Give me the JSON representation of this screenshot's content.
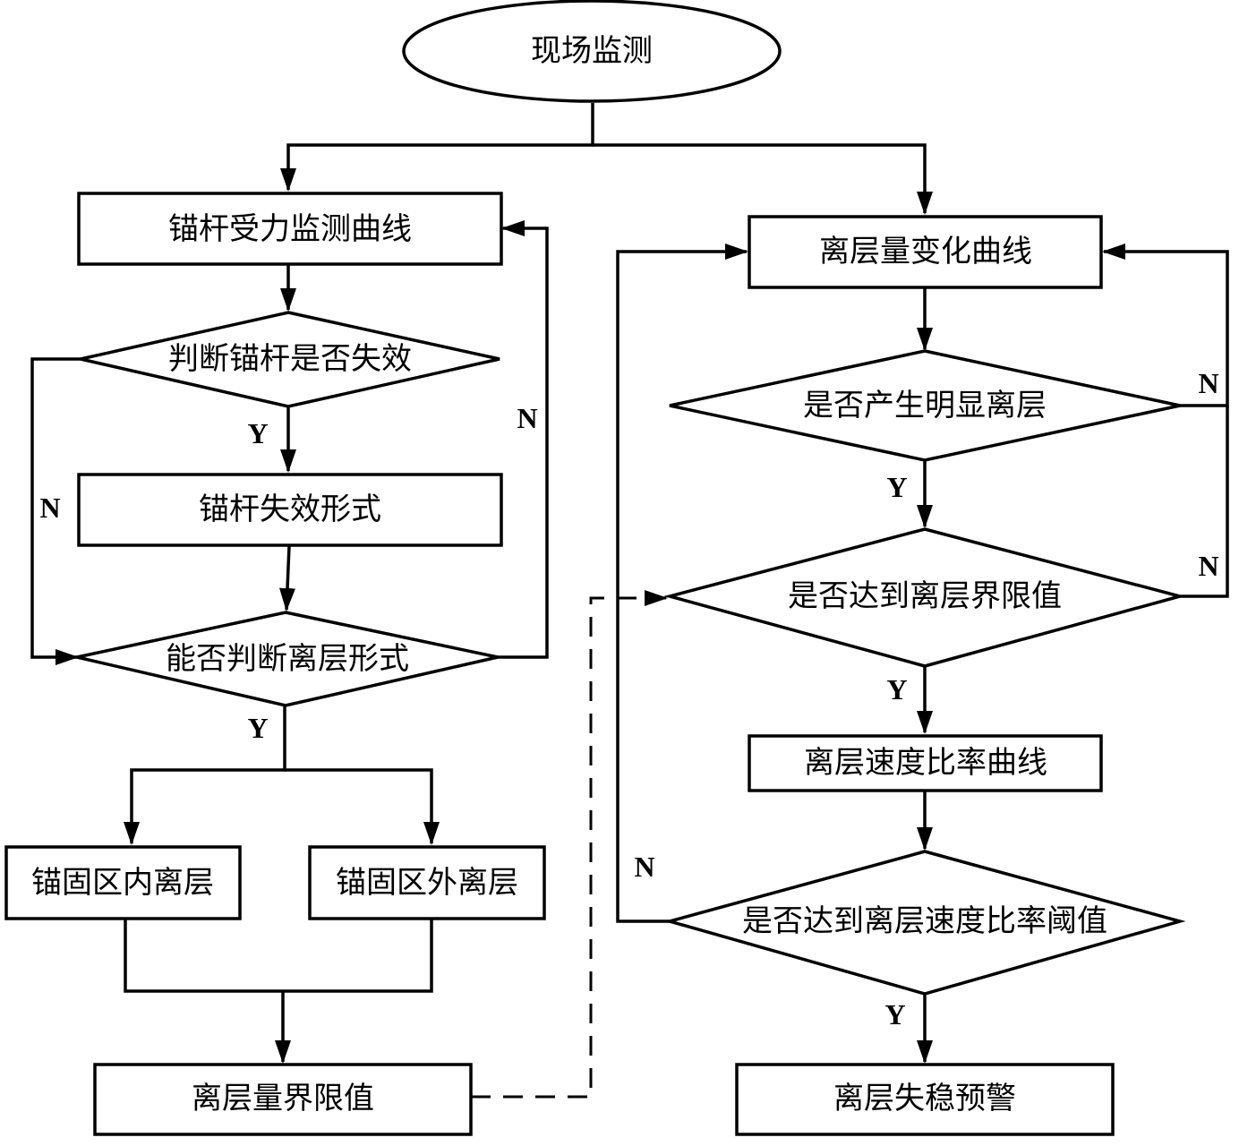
{
  "nodes": {
    "start": "现场监测",
    "bolt_curve": "锚杆受力监测曲线",
    "bolt_fail_q": "判断锚杆是否失效",
    "bolt_fail_form": "锚杆失效形式",
    "sep_form_q": "能否判断离层形式",
    "inside_zone": "锚固区内离层",
    "outside_zone": "锚固区外离层",
    "sep_limit": "离层量界限值",
    "sep_curve": "离层量变化曲线",
    "obvious_sep_q": "是否产生明显离层",
    "reach_limit_q": "是否达到离层界限值",
    "rate_curve": "离层速度比率曲线",
    "reach_rate_q": "是否达到离层速度比率阈值",
    "warning": "离层失稳预警"
  },
  "edge_labels": {
    "bolt_fail_yes": "Y",
    "bolt_fail_no": "N",
    "sep_form_no": "N",
    "sep_form_yes": "Y",
    "obvious_yes": "Y",
    "obvious_no": "N",
    "limit_yes": "Y",
    "limit_no": "N",
    "rate_no": "N",
    "rate_yes": "Y"
  }
}
